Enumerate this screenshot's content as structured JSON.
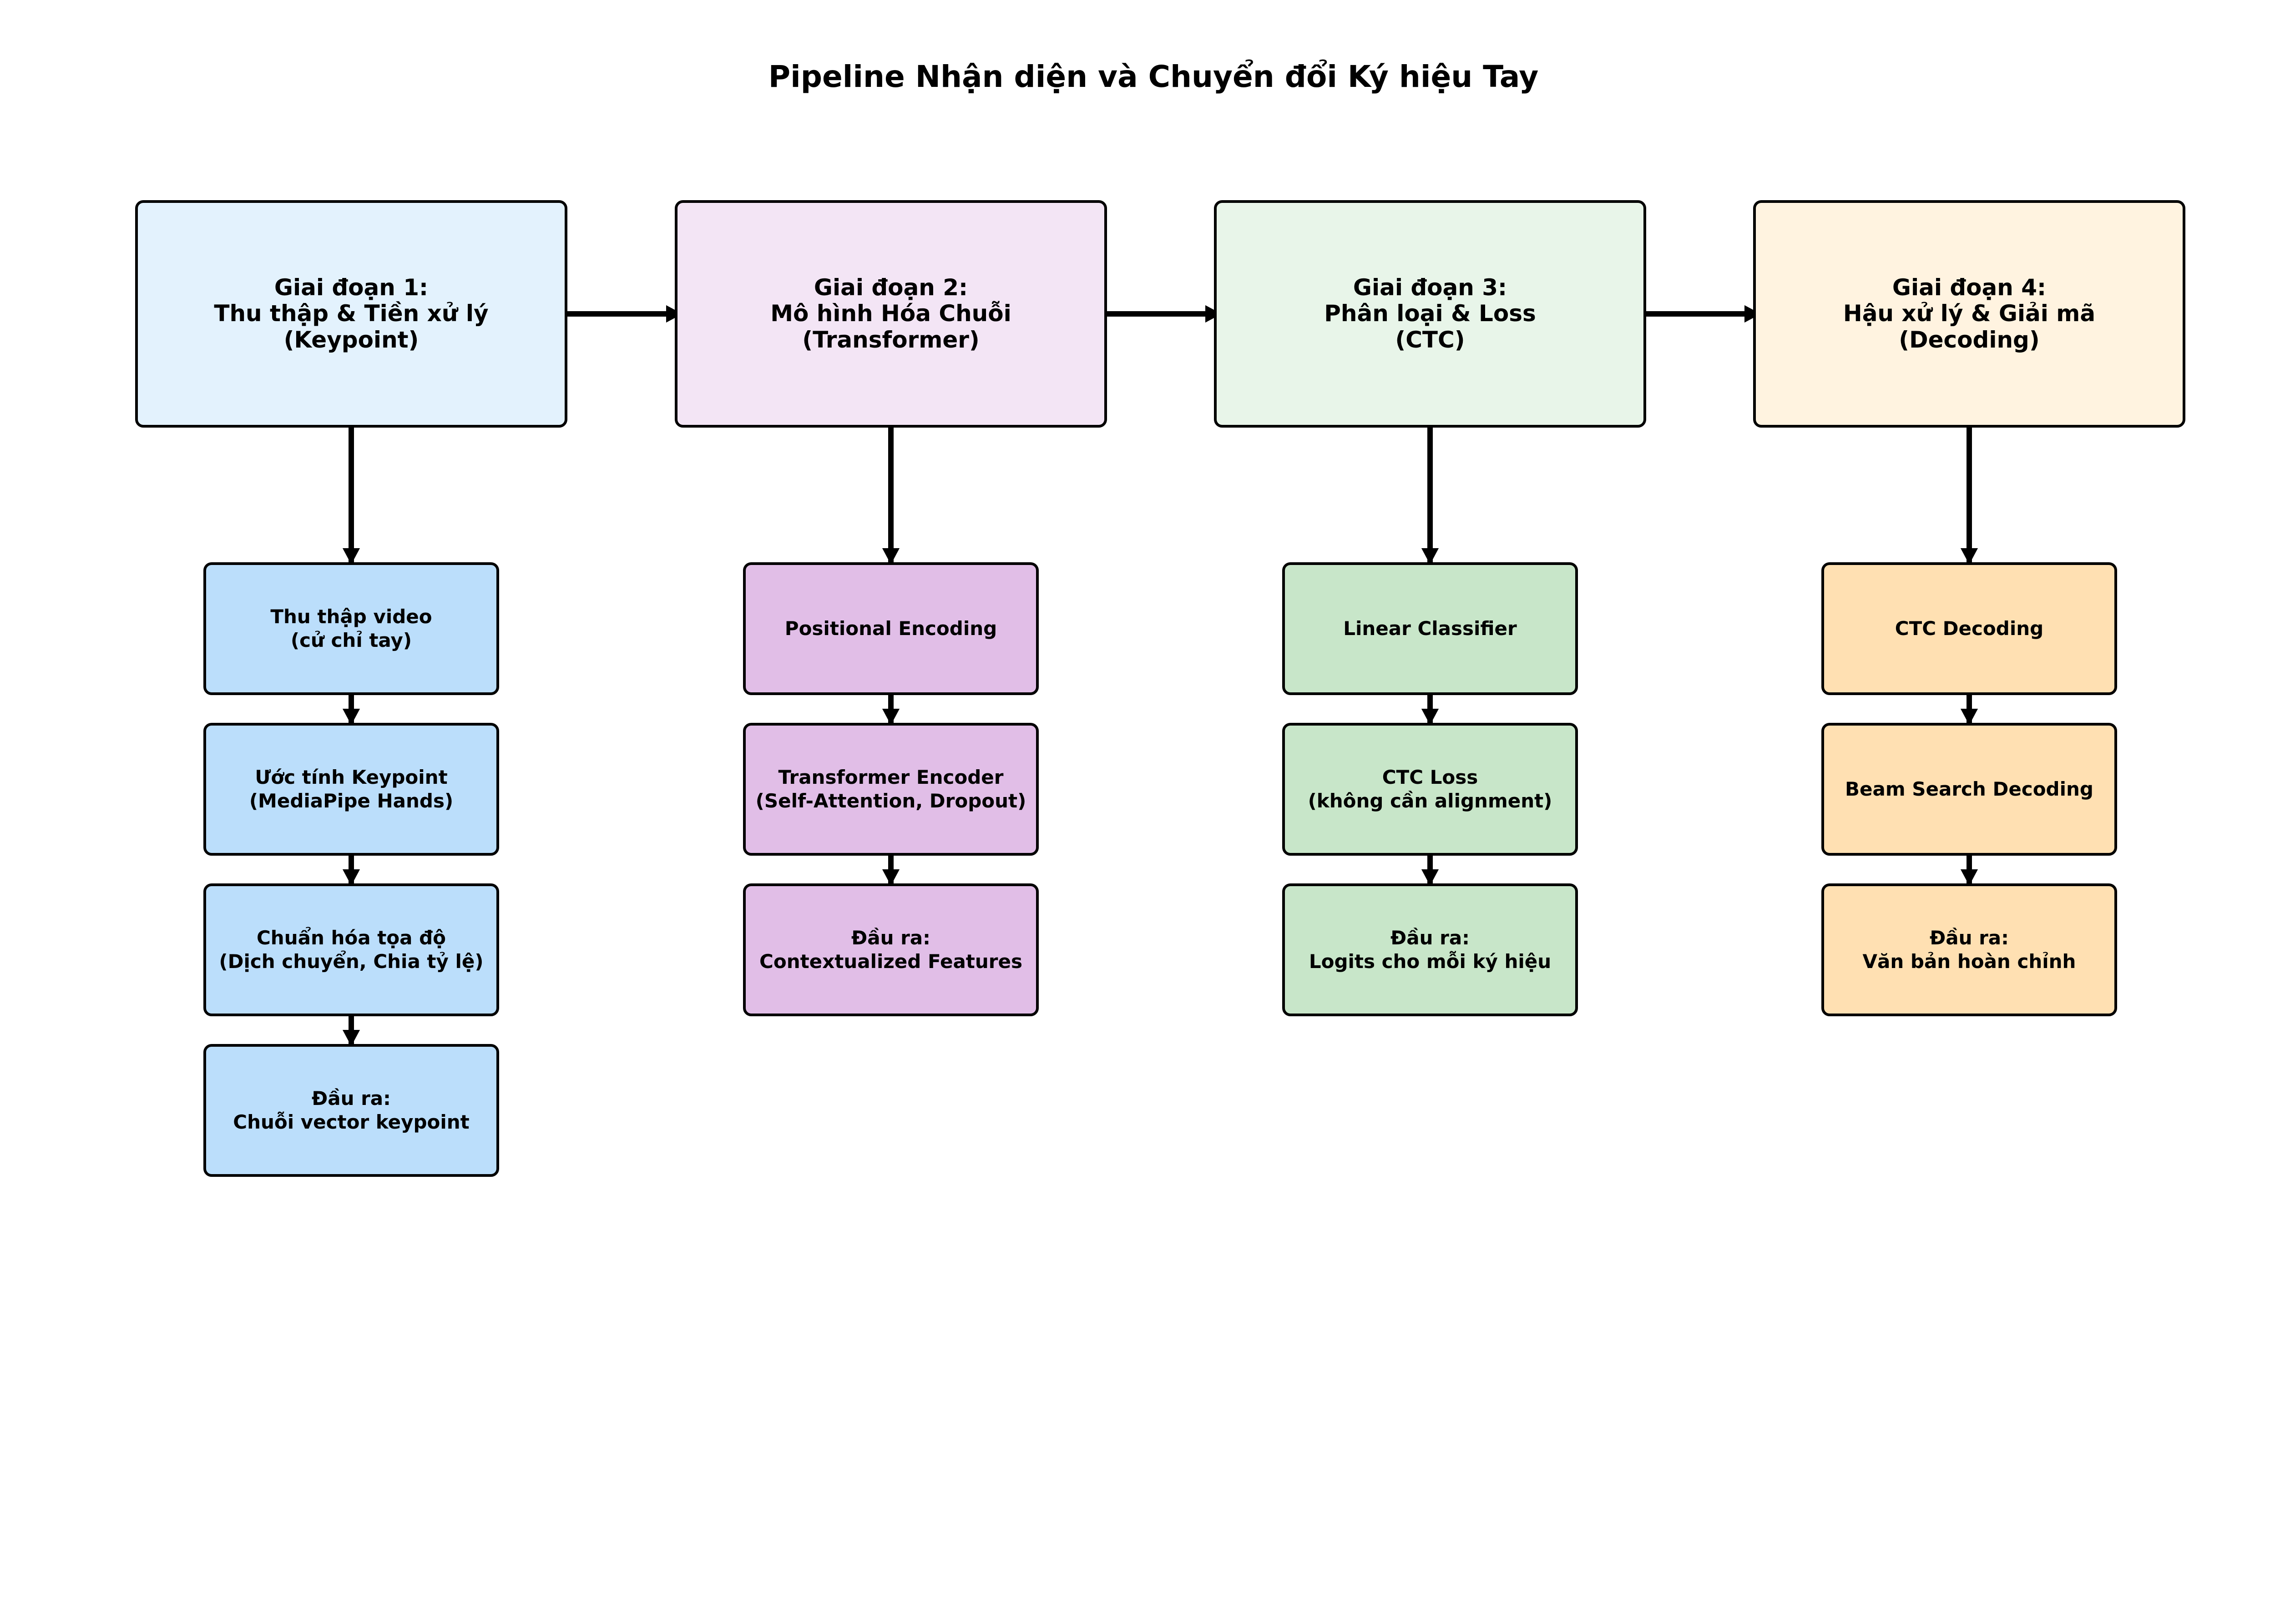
{
  "title": "Pipeline Nhận diện và Chuyển đổi Ký hiệu Tay",
  "colors": {
    "stage1_fill": "#e3f2fd",
    "stage2_fill": "#f3e5f5",
    "stage3_fill": "#e8f5e9",
    "stage4_fill": "#fff3e0",
    "step1_fill": "#bbdefb",
    "step2_fill": "#e1bee7",
    "step3_fill": "#c8e6c9",
    "step4_fill": "#ffe0b2",
    "border": "#000000",
    "arrow": "#000000"
  },
  "stages": [
    {
      "label": "Giai đoạn 1:\nThu thập & Tiền xử lý\n(Keypoint)",
      "steps": [
        "Thu thập video\n(cử chỉ tay)",
        "Ước tính Keypoint\n(MediaPipe Hands)",
        "Chuẩn hóa tọa độ\n(Dịch chuyển, Chia tỷ lệ)",
        "Đầu ra:\nChuỗi vector keypoint"
      ]
    },
    {
      "label": "Giai đoạn 2:\nMô hình Hóa Chuỗi\n(Transformer)",
      "steps": [
        "Positional Encoding",
        "Transformer Encoder\n(Self-Attention, Dropout)",
        "Đầu ra:\nContextualized Features"
      ]
    },
    {
      "label": "Giai đoạn 3:\nPhân loại & Loss\n(CTC)",
      "steps": [
        "Linear Classifier",
        "CTC Loss\n(không cần alignment)",
        "Đầu ra:\nLogits cho mỗi ký hiệu"
      ]
    },
    {
      "label": "Giai đoạn 4:\nHậu xử lý & Giải mã\n(Decoding)",
      "steps": [
        "CTC Decoding",
        "Beam Search Decoding",
        "Đầu ra:\nVăn bản hoàn chỉnh"
      ]
    }
  ]
}
